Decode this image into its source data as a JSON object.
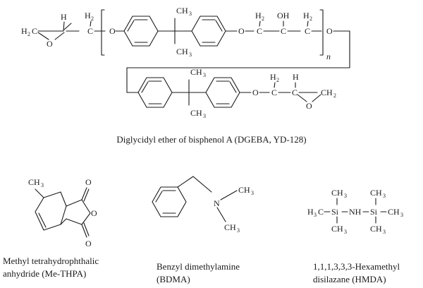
{
  "atoms": {
    "H": "H",
    "C": "C",
    "O": "O",
    "OH": "OH",
    "N": "N",
    "NH": "NH",
    "Si": "Si",
    "CH": "CH",
    "sub2": "2",
    "sub3": "3"
  },
  "repeat_subscript": "n",
  "captions": {
    "dgeba": "Diglycidyl ether of bisphenol A (DGEBA, YD-128)",
    "methp_line1": "Methyl tetrahydrophthalic",
    "methp_line2": "anhydride (Me-THPA)",
    "bdma_line1": "Benzyl dimethylamine",
    "bdma_line2": "(BDMA)",
    "hmda_line1": "1,1,1,3,3,3-Hexamethyl",
    "hmda_line2": "disilazane (HMDA)"
  }
}
